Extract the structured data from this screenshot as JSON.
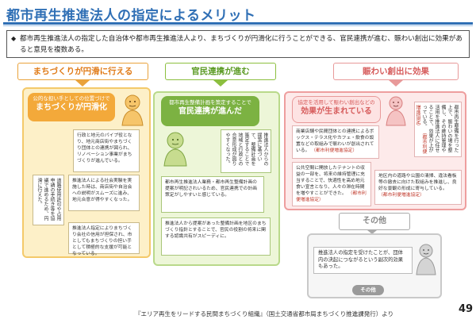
{
  "page": {
    "title": "都市再生推進法人の指定によるメリット",
    "summary": "都市再生推進法人の指定した自治体や都市再生推進法人より、まちづくりが円滑化に行うことができる、官民連携が進む、賑わい創出に効果があると意見を複数ある。",
    "page_number": "49",
    "footer": "『エリア再生をリードする民間まちづくり組織』（国土交通省都市局まちづくり推進課発行）より"
  },
  "columns": {
    "smooth": {
      "heading": "まちづくりが円滑に行える",
      "bubble_small": "公的な担い手としての位置づけで",
      "bubble_big": "まちづくりが円滑化",
      "card1": "行政と地元のパイプ役となり、地元商店街やまちづくり団体との連携が図られ、リノベーション事業がまちづくりが進んでいる。",
      "vcard1": "道路使用許可や占用申請の手続き等を協議で進めるため、円滑に行えた。",
      "card2": "推進法人による社会実験を実施した時は、商店街や自治会への説明がスムーズに進み、地元合意が得やすくなった。",
      "card3": "推進法人指定によりまちづくり会社の信用が担保され、市としてもまちづくりの担い手として積極的な支援が可能となっている。"
    },
    "ppp": {
      "heading": "官民連携が進む",
      "bubble_small": "都市再生整備計画を策定することで",
      "bubble_big": "官民連携が進んだ",
      "vcard1": "推進法人からの提案に基づいて、整備計画を策定することで地域と行政との合意形成が図りやすくなった。",
      "card1": "都市再生推進法人業務・都市再生整備計画の提案が明記されいるため、官民連携での計画策定がしやすいと感じている。",
      "card2": "推進法人から提案があった整備計画を地区のまちづくり指針とすることで、官民の役割の将来に関する認識共有がスピーディに。"
    },
    "lively": {
      "heading": "賑わい創出に効果",
      "bubble_small": "協定を活用して賑わい創出などの",
      "bubble_big": "効果が生まれている",
      "card1": "商業店舗や民間団体との連携によるボックス・テラス化やカフェ・飲食の設置などの取組みで賑わいが創出されている。",
      "card1_cite": "（都市利便増進協定）",
      "vcard1": "都市再生整備を行った上で、賑わいの場を整備し、その維持管理や活用を推進法人に任せることで、効果が上がっている。",
      "vcard1_cite": "（都市利便増進協定）",
      "card2": "公共空間に開放したテナントの収益の一部を、将来の維持管理に充当することで、快適性を高め地元食い宣言となり、人々の滞在時間を増やすことができた。",
      "card2_cite": "（都市利便増進協定）",
      "card3": "地区内の道路や公園の清掃、違法看板等の撤去に向けた取組みを推進し、良好な景観の形成に寄与している。",
      "card3_cite": "（都市利便増進協定）"
    },
    "other": {
      "heading": "その他",
      "card": "推進法人の指定を受けたことが、団体内の決起につながるという副次的効果もあった。",
      "tag": "その他"
    }
  },
  "colors": {
    "title_blue": "#2f6fb5",
    "orange": "#f3a93a",
    "green": "#7cb242",
    "pink": "#e89a9a",
    "gray": "#9a9a9a"
  }
}
